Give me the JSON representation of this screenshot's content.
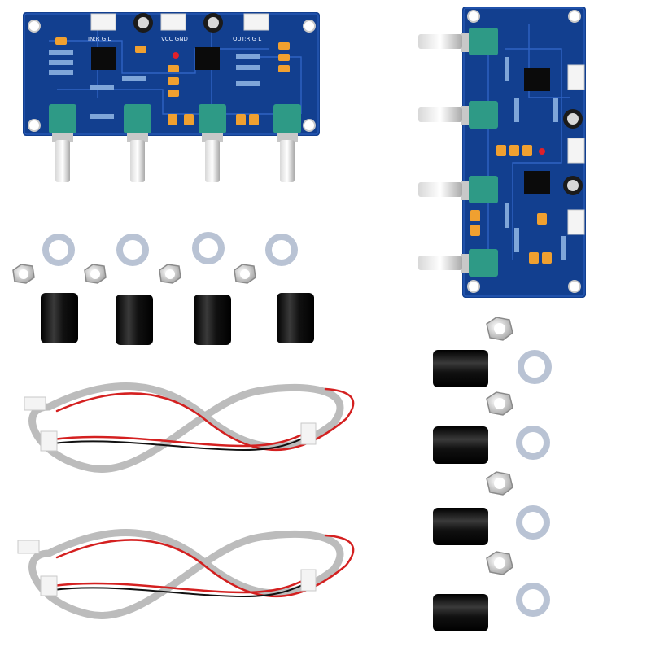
{
  "photo": {
    "board_a": {
      "input_label": "IN:R G L",
      "power_label": "VCC GND",
      "output_label": "OUT:R G L",
      "knob_count": 4
    },
    "board_b": {
      "knob_count": 4
    },
    "colors": {
      "pcb": "#123f8f",
      "pcb_trace": "#2f63c4",
      "pot_body": "#2e9a86",
      "knob_black": "#111111",
      "capacitor": "#f0a030",
      "cable_grey": "#bcbcbc",
      "wire_red": "#d42020"
    }
  }
}
